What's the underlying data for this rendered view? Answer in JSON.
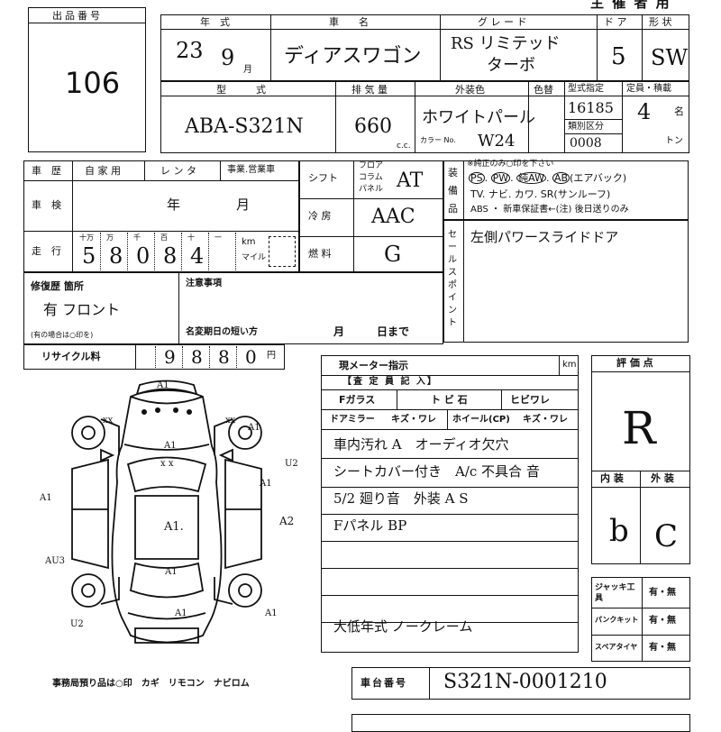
{
  "header": {
    "top_title": "主 催 者 用"
  },
  "lot": {
    "label": "出品番号",
    "number": "106"
  },
  "row1": {
    "year_label": "年　式",
    "car_label": "車　　名",
    "grade_label": "グ レ ー ド",
    "door_label": "ド ア",
    "shape_label": "形 状",
    "year": "23",
    "month": "9",
    "month_unit": "月",
    "car_name": "ディアスワゴン",
    "grade_line1": "RS リミテッド",
    "grade_line2": "ターボ",
    "doors": "5",
    "shape": "SW"
  },
  "row2": {
    "model_label": "型　　　式",
    "disp_label": "排 気 量",
    "color_label": "外装色",
    "color_change_label": "色替",
    "type_label": "型式指定",
    "capacity_label": "定員・積載",
    "model": "ABA-S321N",
    "disp": "660",
    "cc": "c.c.",
    "color": "ホワイトパール",
    "color_no_label": "カラー No.",
    "color_no": "W24",
    "type_no": "16185",
    "class_label": "類別区分",
    "class_no": "0008",
    "capacity": "4",
    "cap_unit": "名",
    "ton_unit": "トン"
  },
  "history": {
    "label": "車　歴",
    "opts": [
      "自 家 用",
      "レ ン タ",
      "事業.営業車"
    ],
    "shaken_label": "車　検",
    "shaken_year": "年",
    "shaken_month": "月",
    "mileage_label": "走　行",
    "mileage_units": [
      "十万",
      "万",
      "千",
      "百",
      "十",
      "一"
    ],
    "mileage_digits": [
      "5",
      "8",
      "0",
      "8",
      "4"
    ],
    "km": "km",
    "mile": "マイル"
  },
  "mid": {
    "shift_label": "シフト",
    "floor": "フロア",
    "column": "コラム",
    "panel": "パネル",
    "shift_value": "AT",
    "ac_label": "冷 房",
    "ac_value": "AAC",
    "fuel_label": "燃 料",
    "fuel_value": "G"
  },
  "equip": {
    "side_label": "装備品",
    "line1": "※純正のみ○印を下さい",
    "line2_items": [
      "PS",
      "PW",
      "純AW",
      "AB"
    ],
    "line2_suffix": "(エアバック)",
    "line3": "TV. ナビ. カワ. SR(サンルーフ)",
    "line4": "ABS ・ 新車保証書←(注) 後日送りのみ"
  },
  "sales": {
    "side_label": "セールスポイント",
    "text": "左側パワースライドドア"
  },
  "repair": {
    "label": "修復歴 箇所",
    "value": "有 フロント",
    "note": "(有の場合は○印を)"
  },
  "notes": {
    "label": "注意事項",
    "name_change": "名変期日の短い方",
    "month": "月",
    "day": "日まで"
  },
  "recycle": {
    "label": "リサイクル料",
    "digits": [
      "9",
      "8",
      "8",
      "0"
    ],
    "unit": "円"
  },
  "inspection": {
    "meter_label": "現メーター指示",
    "km": "km",
    "title": "【査 定 員 記 入】",
    "glass": "Fガラス",
    "glass_opts": "ト ビ 石",
    "glass_crack": "ヒビワレ",
    "mirror": "ドアミラー",
    "mirror_opts": "キズ・ワレ",
    "wheel": "ホイール(CP)",
    "wheel_opts": "キズ・ワレ",
    "comments": [
      "車内汚れ A　オーディオ欠穴",
      "シートカバー付き　A/c 不具合 音",
      "5/2 廻り音　外装 A S",
      "Fパネル BP"
    ],
    "footer_note": "大低年式 ノークレーム"
  },
  "diagram": {
    "marks": [
      "A1",
      "A1",
      "A1",
      "A1",
      "A1",
      "A1",
      "A1",
      "A2",
      "AU3",
      "U2",
      "U2",
      "A1",
      "xx",
      "xx",
      "x x"
    ],
    "center": "A1."
  },
  "score": {
    "label": "評 価 点",
    "value": "R",
    "interior_label": "内 装",
    "exterior_label": "外 装",
    "interior": "b",
    "exterior": "C"
  },
  "tools": [
    {
      "label": "ジャッキ工具",
      "value": "有・無"
    },
    {
      "label": "パンクキット",
      "value": "有・無"
    },
    {
      "label": "スペアタイヤ",
      "value": "有・無"
    }
  ],
  "bottom": {
    "office_note": "事務局預り品は○印　カギ　リモコン　ナビロム",
    "chassis_label": "車台番号",
    "chassis_no": "S321N-0001210"
  }
}
